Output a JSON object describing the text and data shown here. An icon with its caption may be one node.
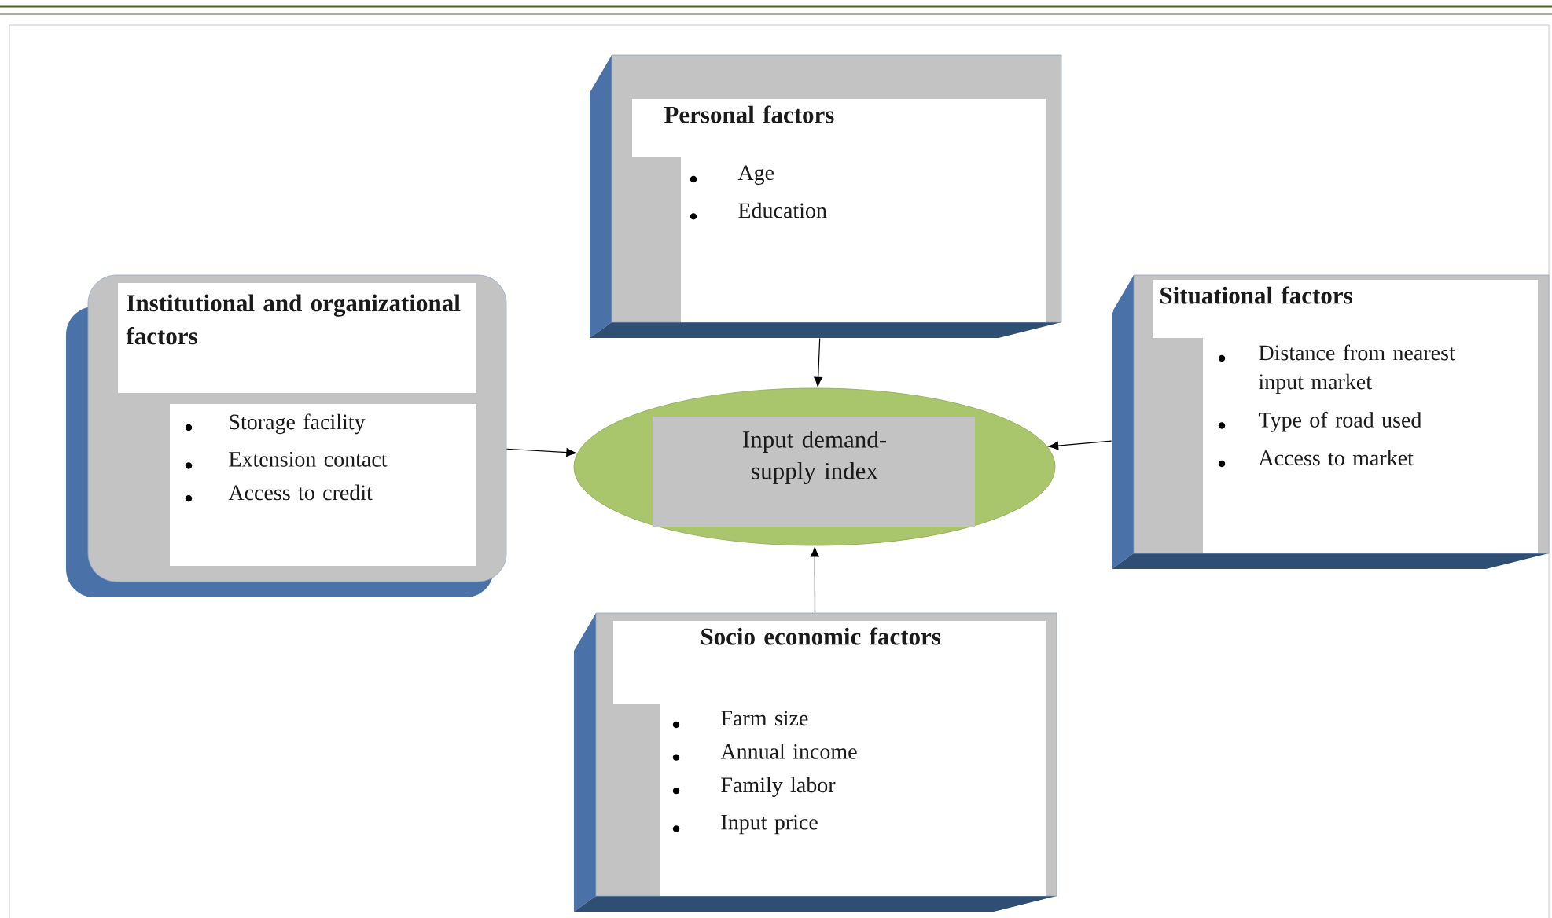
{
  "diagram": {
    "nodes": [
      {
        "text": [
          "Personal factors",
          "Age",
          "Education"
        ]
      },
      {
        "text": [
          "Institutional and organizational factors",
          "Storage facility",
          "Extension contact",
          "Access to credit"
        ]
      },
      {
        "text": [
          "Situational factors",
          "Distance from nearest input market",
          "Type of road used",
          "Access to market"
        ]
      },
      {
        "text": [
          "Input demand-supply index"
        ]
      },
      {
        "text": [
          "Socio economic factors",
          "Farm size",
          "Annual income",
          "Family labor",
          "Input price"
        ]
      }
    ],
    "edges": [
      {
        "from": 0,
        "to": 3,
        "arrow": "to"
      },
      {
        "from": 1,
        "to": 3,
        "arrow": "to"
      },
      {
        "from": 2,
        "to": 3,
        "arrow": "to"
      },
      {
        "from": 4,
        "to": 3,
        "arrow": "to"
      }
    ]
  }
}
